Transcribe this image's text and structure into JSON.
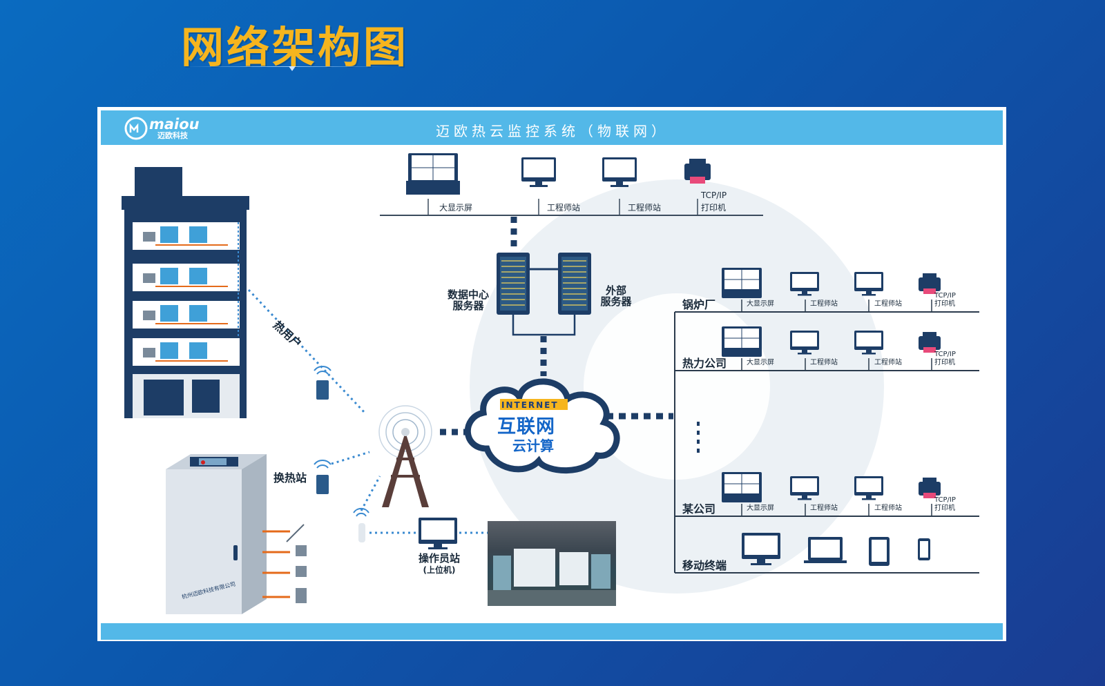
{
  "page_title": "网络架构图",
  "header": {
    "logo_text": "maiou",
    "logo_sub": "迈欧科技",
    "title": "迈欧热云监控系统（物联网）"
  },
  "top_row": {
    "labels": [
      "大显示屏",
      "工程师站",
      "工程师站"
    ],
    "printer_label_1": "TCP/IP",
    "printer_label_2": "打印机"
  },
  "servers": {
    "data_center_1": "数据中心",
    "data_center_2": "服务器",
    "external_1": "外部",
    "external_2": "服务器"
  },
  "cloud": {
    "en": "INTERNET",
    "cn1": "互联网",
    "cn2": "云计算"
  },
  "left": {
    "heat_user": "热用户",
    "exchange_station": "换热站",
    "operator_station": "操作员站",
    "operator_sub": "(上位机)",
    "cabinet_company": "杭州迈欧科技有限公司"
  },
  "clients": [
    {
      "name": "锅炉厂",
      "items": [
        "大显示屏",
        "工程师站",
        "工程师站"
      ],
      "printer_1": "TCP/IP",
      "printer_2": "打印机"
    },
    {
      "name": "热力公司",
      "items": [
        "大显示屏",
        "工程师站",
        "工程师站"
      ],
      "printer_1": "TCP/IP",
      "printer_2": "打印机"
    },
    {
      "name": "某公司",
      "items": [
        "大显示屏",
        "工程师站",
        "工程师站"
      ],
      "printer_1": "TCP/IP",
      "printer_2": "打印机"
    }
  ],
  "mobile": {
    "name": "移动终端"
  },
  "colors": {
    "title": "#f6b51e",
    "header_bar": "#53b8e8",
    "navy": "#1d3d66",
    "line_blue": "#3a6ea5"
  }
}
